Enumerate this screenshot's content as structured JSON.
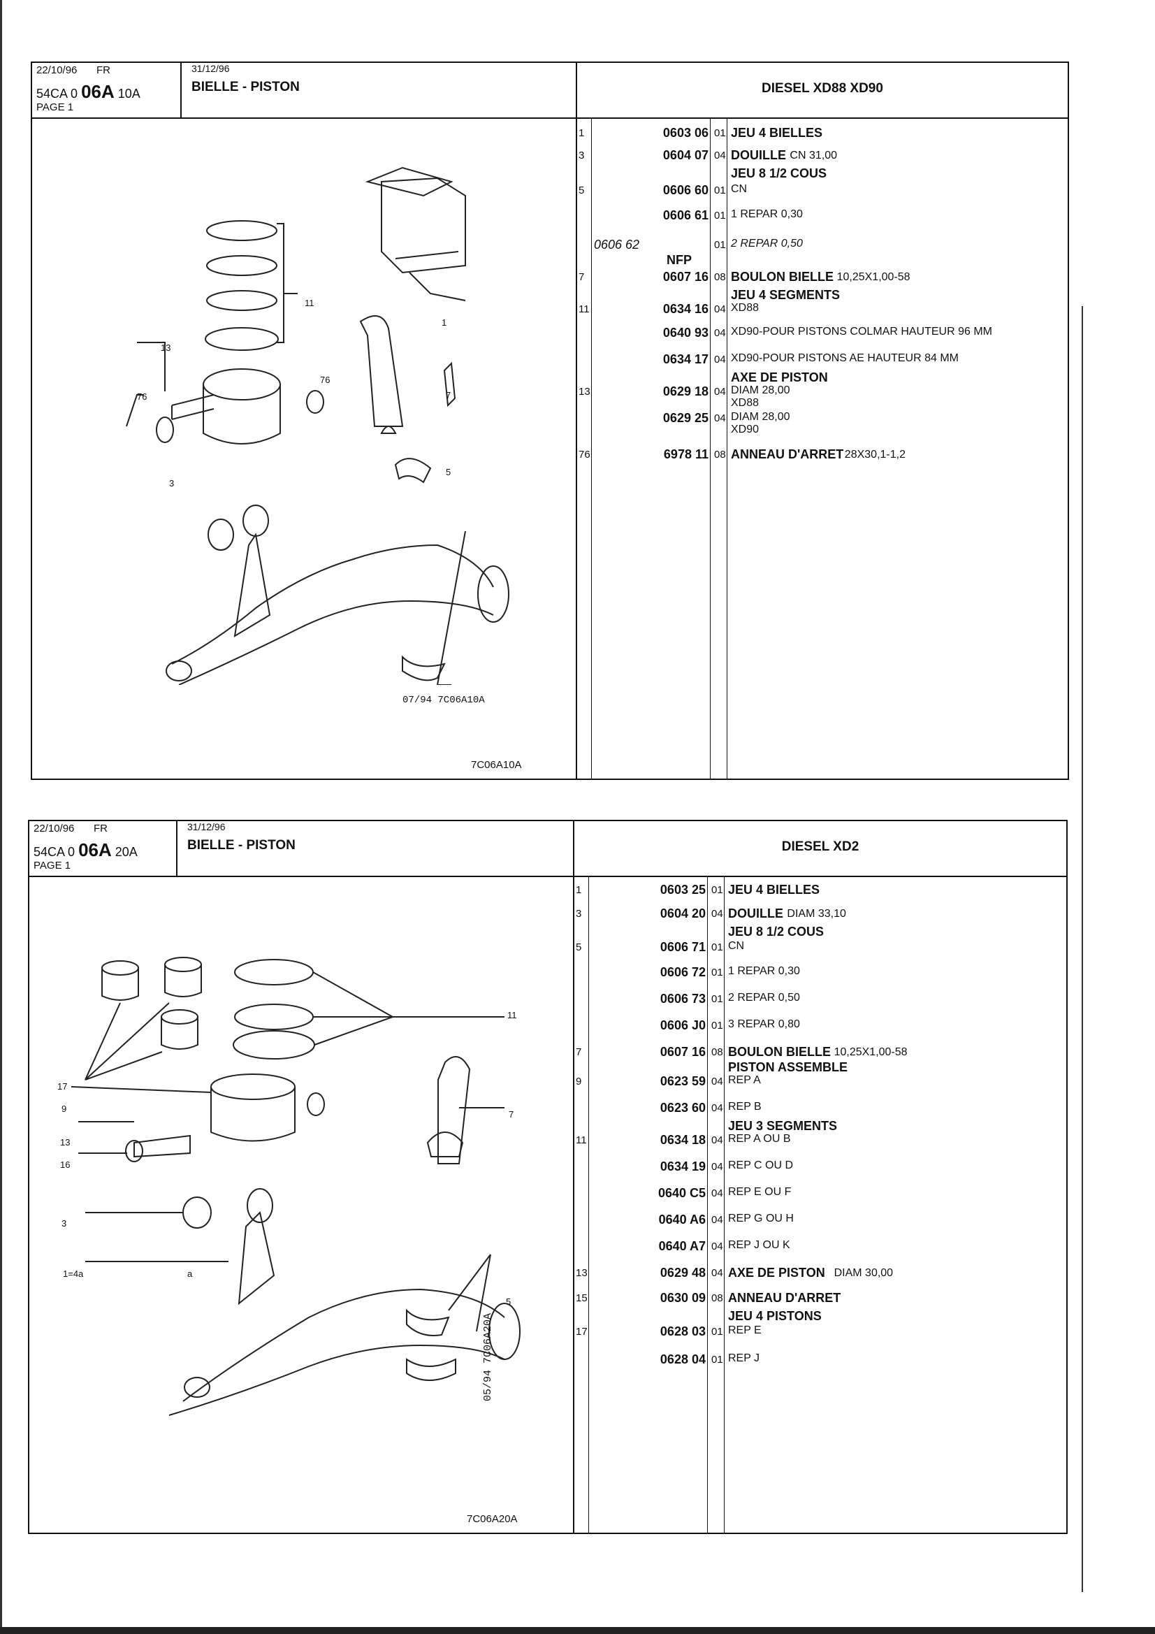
{
  "panels": [
    {
      "date": "22/10/96",
      "lang": "FR",
      "code_prefix": "54CA 0",
      "code_main": "06A",
      "code_suffix": "10A",
      "page": "PAGE 1",
      "title_date": "31/12/96",
      "title": "BIELLE - PISTON",
      "engine": "DIESEL XD88 XD90",
      "diagram_caption": "07/94 7C06A10A",
      "diagram_code": "7C06A10A",
      "rows": [
        {
          "ref": "1",
          "part": "0603 06",
          "qty": "01",
          "desc": "JEU 4 BIELLES",
          "desc_bold": true
        },
        {
          "ref": "3",
          "part": "0604 07",
          "qty": "04",
          "desc": "DOUILLE",
          "desc_bold": true,
          "extra": "CN 31,00"
        },
        {
          "ref": "",
          "part": "",
          "qty": "",
          "desc": "JEU 8 1/2 COUS",
          "desc_bold": true
        },
        {
          "ref": "5",
          "part": "0606 60",
          "qty": "01",
          "desc": "CN"
        },
        {
          "ref": "",
          "part": "0606 61",
          "qty": "01",
          "desc": "1 REPAR 0,30"
        },
        {
          "ref": "",
          "part": "0606 62",
          "qty": "01",
          "desc": "2 REPAR 0,50",
          "italic": true,
          "nfp": "NFP"
        },
        {
          "ref": "7",
          "part": "0607 16",
          "qty": "08",
          "desc": "BOULON BIELLE",
          "desc_bold": true,
          "extra": "10,25X1,00-58"
        },
        {
          "ref": "",
          "part": "",
          "qty": "",
          "desc": "JEU 4 SEGMENTS",
          "desc_bold": true
        },
        {
          "ref": "11",
          "part": "0634 16",
          "qty": "04",
          "desc": "XD88"
        },
        {
          "ref": "",
          "part": "0640 93",
          "qty": "04",
          "desc": "XD90-POUR PISTONS COLMAR HAUTEUR 96 MM"
        },
        {
          "ref": "",
          "part": "0634 17",
          "qty": "04",
          "desc": "XD90-POUR PISTONS AE HAUTEUR 84 MM"
        },
        {
          "ref": "",
          "part": "",
          "qty": "",
          "desc": "AXE DE PISTON",
          "desc_bold": true
        },
        {
          "ref": "13",
          "part": "0629 18",
          "qty": "04",
          "desc": "DIAM 28,00"
        },
        {
          "ref": "",
          "part": "",
          "qty": "",
          "desc": "XD88"
        },
        {
          "ref": "",
          "part": "0629 25",
          "qty": "04",
          "desc": "DIAM 28,00"
        },
        {
          "ref": "",
          "part": "",
          "qty": "",
          "desc": "XD90"
        },
        {
          "ref": "76",
          "part": "6978 11",
          "qty": "08",
          "desc": "ANNEAU D'ARRET",
          "desc_bold": true,
          "extra": "28X30,1-1,2"
        }
      ],
      "callouts": [
        "11",
        "1",
        "13",
        "76",
        "76",
        "7",
        "3",
        "5"
      ]
    },
    {
      "date": "22/10/96",
      "lang": "FR",
      "code_prefix": "54CA 0",
      "code_main": "06A",
      "code_suffix": "20A",
      "page": "PAGE 1",
      "title_date": "31/12/96",
      "title": "BIELLE - PISTON",
      "engine": "DIESEL XD2",
      "diagram_caption": "05/94 7C06A20A",
      "diagram_code": "7C06A20A",
      "rows": [
        {
          "ref": "1",
          "part": "0603 25",
          "qty": "01",
          "desc": "JEU 4 BIELLES",
          "desc_bold": true
        },
        {
          "ref": "3",
          "part": "0604 20",
          "qty": "04",
          "desc": "DOUILLE",
          "desc_bold": true,
          "extra": "DIAM 33,10"
        },
        {
          "ref": "",
          "part": "",
          "qty": "",
          "desc": "JEU 8 1/2 COUS",
          "desc_bold": true
        },
        {
          "ref": "5",
          "part": "0606 71",
          "qty": "01",
          "desc": "CN"
        },
        {
          "ref": "",
          "part": "0606 72",
          "qty": "01",
          "desc": "1 REPAR 0,30"
        },
        {
          "ref": "",
          "part": "0606 73",
          "qty": "01",
          "desc": "2 REPAR 0,50"
        },
        {
          "ref": "",
          "part": "0606 J0",
          "qty": "01",
          "desc": "3 REPAR 0,80"
        },
        {
          "ref": "7",
          "part": "0607 16",
          "qty": "08",
          "desc": "BOULON BIELLE",
          "desc_bold": true,
          "extra": "10,25X1,00-58"
        },
        {
          "ref": "",
          "part": "",
          "qty": "",
          "desc": "PISTON ASSEMBLE",
          "desc_bold": true
        },
        {
          "ref": "9",
          "part": "0623 59",
          "qty": "04",
          "desc": "REP A"
        },
        {
          "ref": "",
          "part": "0623 60",
          "qty": "04",
          "desc": "REP B"
        },
        {
          "ref": "",
          "part": "",
          "qty": "",
          "desc": "JEU 3 SEGMENTS",
          "desc_bold": true
        },
        {
          "ref": "11",
          "part": "0634 18",
          "qty": "04",
          "desc": "REP A OU B"
        },
        {
          "ref": "",
          "part": "0634 19",
          "qty": "04",
          "desc": "REP C OU D"
        },
        {
          "ref": "",
          "part": "0640 C5",
          "qty": "04",
          "desc": "REP E OU F"
        },
        {
          "ref": "",
          "part": "0640 A6",
          "qty": "04",
          "desc": "REP G OU H"
        },
        {
          "ref": "",
          "part": "0640 A7",
          "qty": "04",
          "desc": "REP J OU K"
        },
        {
          "ref": "13",
          "part": "0629 48",
          "qty": "04",
          "desc": "AXE DE PISTON",
          "desc_bold": true,
          "extra": "DIAM 30,00"
        },
        {
          "ref": "15",
          "part": "0630 09",
          "qty": "08",
          "desc": "ANNEAU D'ARRET",
          "desc_bold": true
        },
        {
          "ref": "",
          "part": "",
          "qty": "",
          "desc": "JEU 4 PISTONS",
          "desc_bold": true
        },
        {
          "ref": "17",
          "part": "0628 03",
          "qty": "01",
          "desc": "REP E"
        },
        {
          "ref": "",
          "part": "0628 04",
          "qty": "01",
          "desc": "REP J"
        }
      ],
      "callouts": [
        "11",
        "17",
        "9",
        "7",
        "13",
        "16",
        "3",
        "1=4a",
        "a",
        "5"
      ]
    }
  ]
}
